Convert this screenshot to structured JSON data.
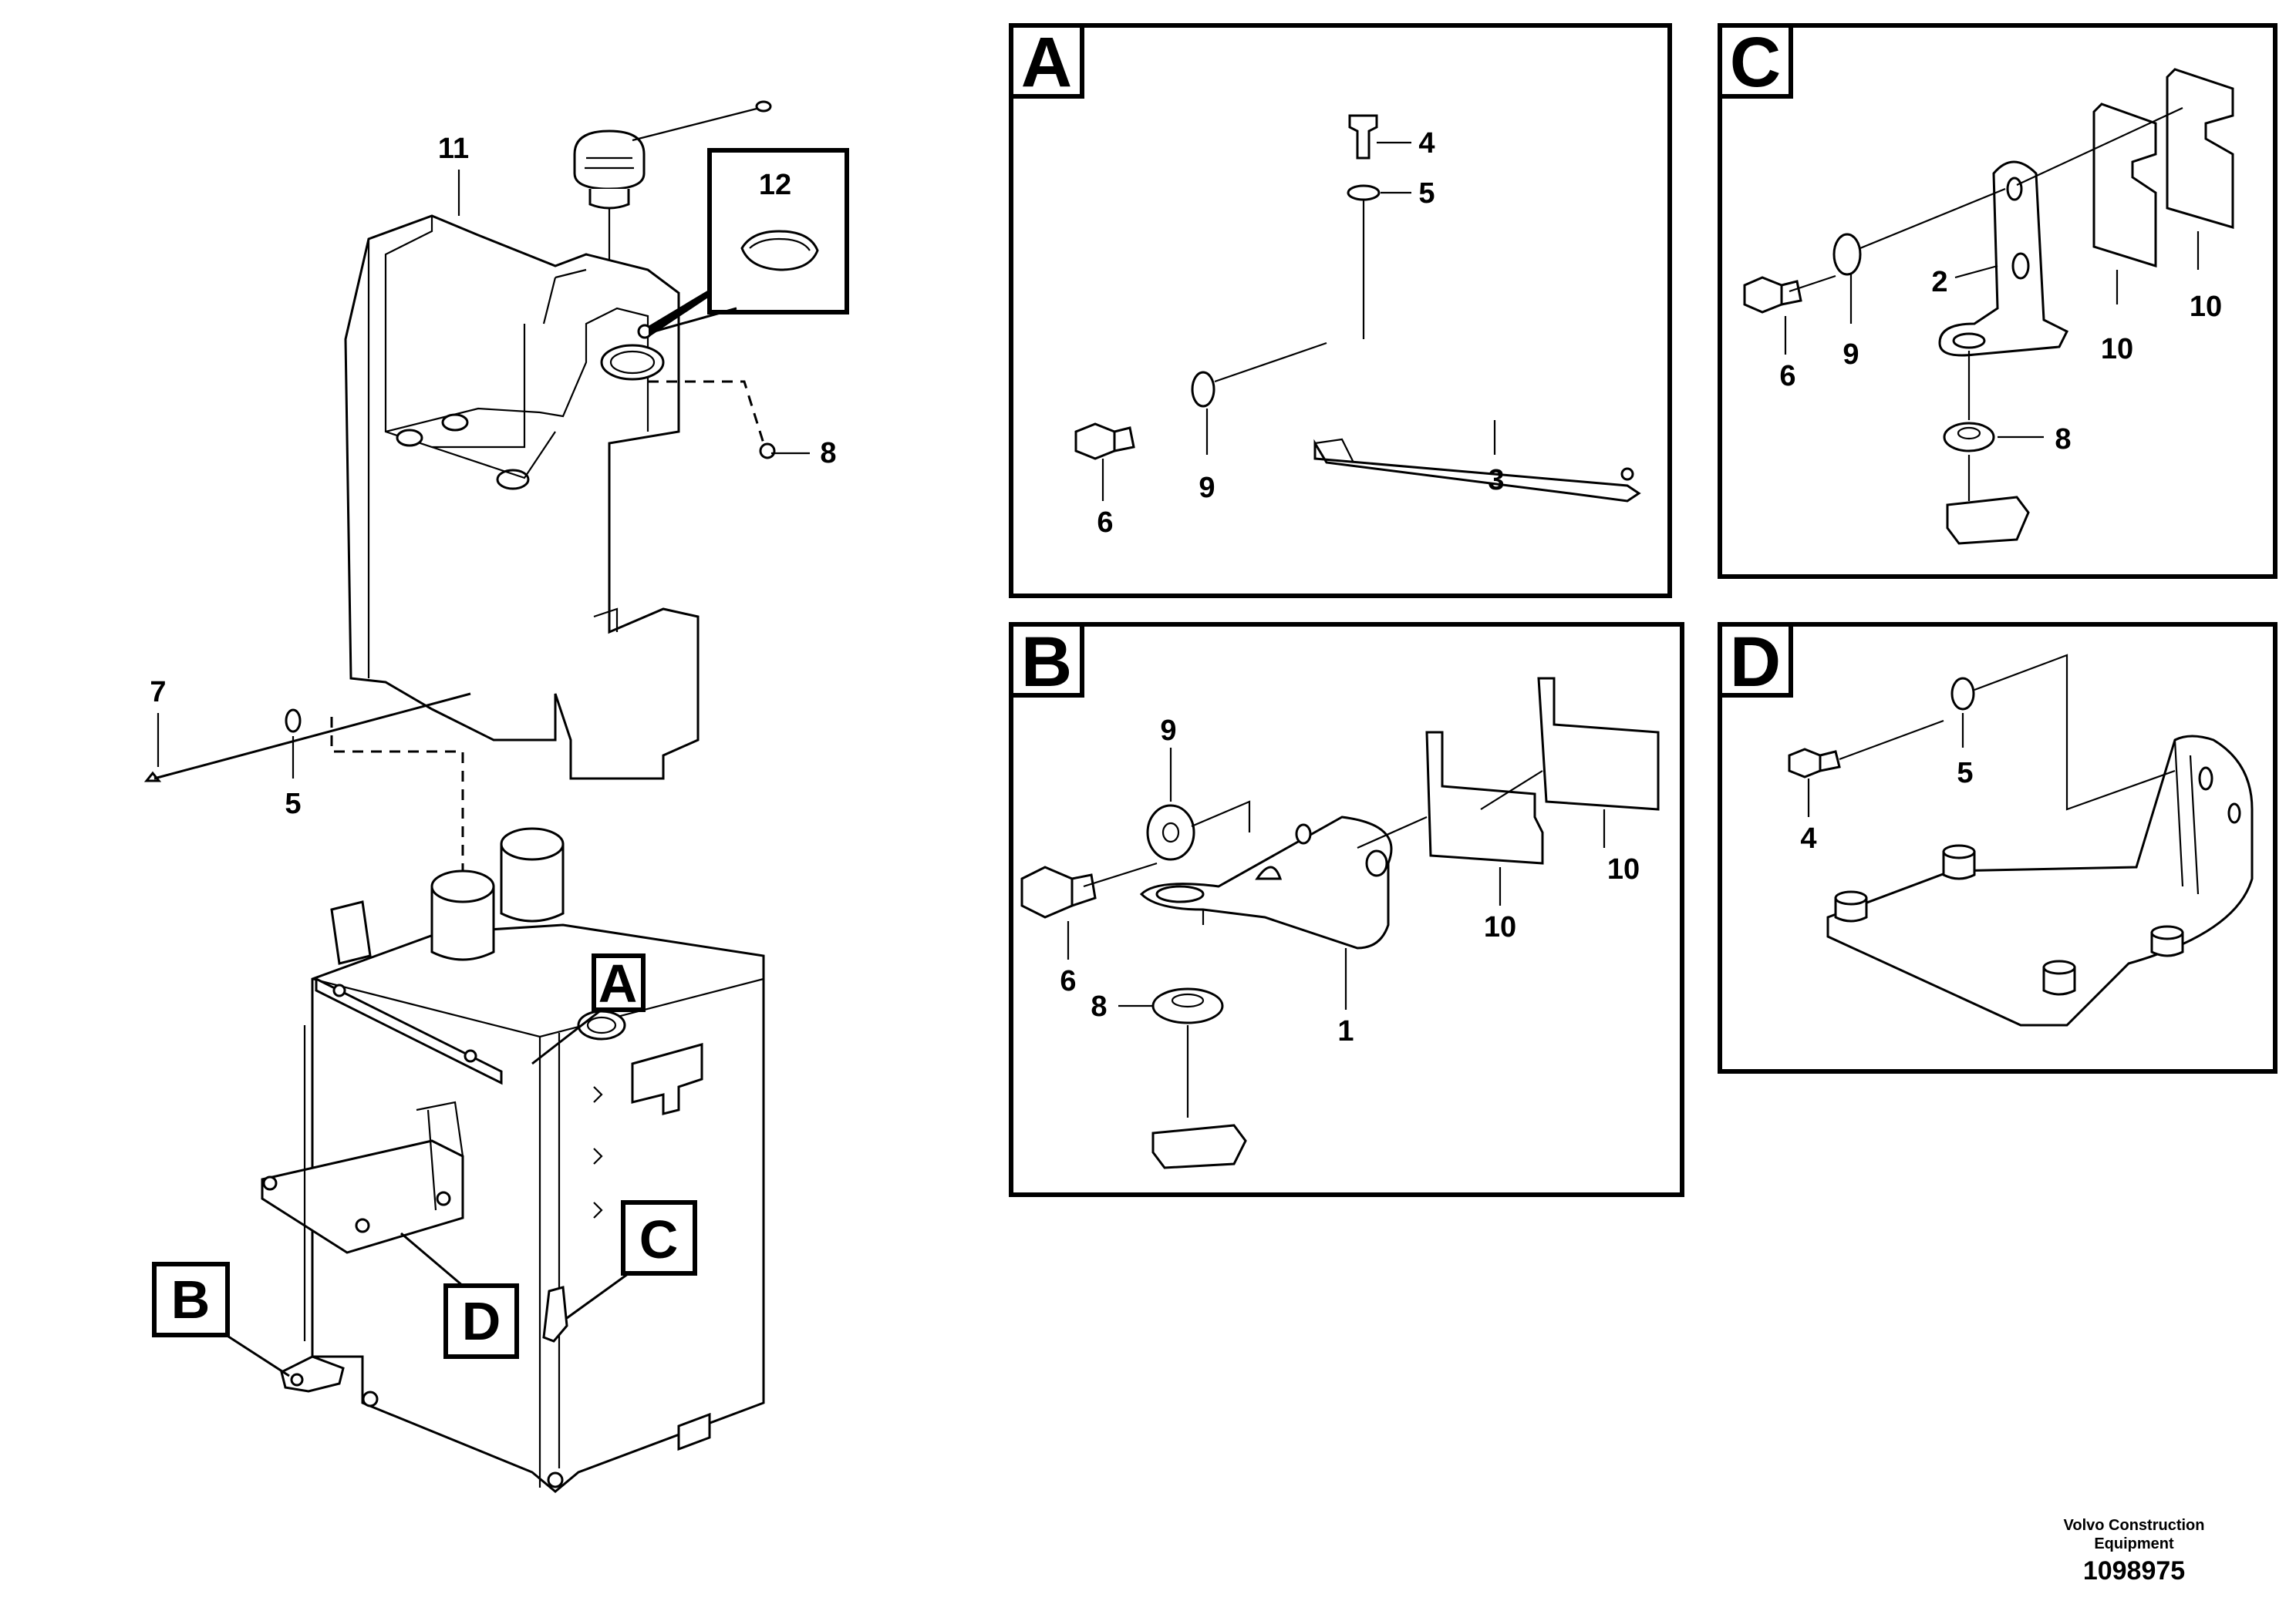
{
  "callouts": {
    "n1": "1",
    "n2": "2",
    "n3": "3",
    "n4": "4",
    "n5": "5",
    "n6": "6",
    "n7": "7",
    "n8": "8",
    "n9": "9",
    "n10": "10",
    "n11": "11",
    "n12": "12"
  },
  "details": {
    "a": "A",
    "b": "B",
    "c": "C",
    "d": "D"
  },
  "footer": {
    "company_line1": "Volvo Construction",
    "company_line2": "Equipment",
    "drawing_number": "1098975"
  }
}
